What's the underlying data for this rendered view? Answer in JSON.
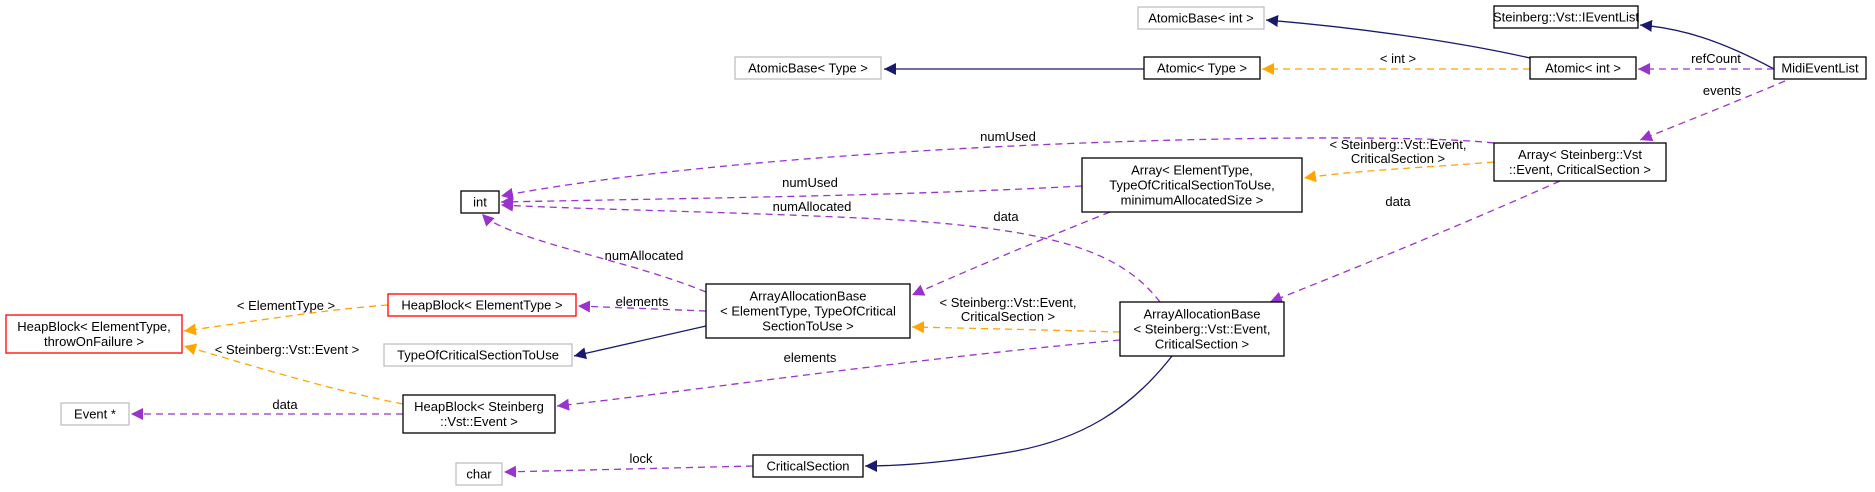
{
  "colors": {
    "inheritance": "#191970",
    "usage": "#9a32cd",
    "template": "#ffa500",
    "node_border": "#000000",
    "undocumented_border": "#bfbfbf",
    "truncated_border": "#ff0000",
    "focus_fill": "#bfbfbf"
  },
  "nodes": {
    "midi_event_list": [
      "MidiEventList"
    ],
    "ievent_list": [
      "Steinberg::Vst::IEventList"
    ],
    "atomic_base_int": [
      "AtomicBase< int >"
    ],
    "atomic_int": [
      "Atomic< int >"
    ],
    "atomic_type": [
      "Atomic< Type >"
    ],
    "atomic_base_type": [
      "AtomicBase< Type >"
    ],
    "array_event": [
      "Array< Steinberg::Vst",
      "::Event, CriticalSection >"
    ],
    "array_generic": [
      "Array< ElementType,",
      "TypeOfCriticalSectionToUse,",
      "minimumAllocatedSize >"
    ],
    "int": [
      "int"
    ],
    "aab_event": [
      "ArrayAllocationBase",
      "< Steinberg::Vst::Event,",
      "CriticalSection >"
    ],
    "aab_generic": [
      "ArrayAllocationBase",
      "< ElementType, TypeOfCritical",
      "SectionToUse >"
    ],
    "heapblock_elementtype": [
      "HeapBlock< ElementType >"
    ],
    "heapblock_generic": [
      "HeapBlock< ElementType,",
      "throwOnFailure >"
    ],
    "typeofcs": [
      "TypeOfCriticalSectionToUse"
    ],
    "heapblock_event": [
      "HeapBlock< Steinberg",
      "::Vst::Event >"
    ],
    "event_ptr": [
      "Event *"
    ],
    "char": [
      "char"
    ],
    "critical_section": [
      "CriticalSection"
    ]
  },
  "edge_labels": {
    "refcount": [
      "refCount"
    ],
    "lt_int": [
      "< int >"
    ],
    "events": [
      "events"
    ],
    "numused_top": [
      "numUsed"
    ],
    "lt_event_cs_top": [
      "< Steinberg::Vst::Event,",
      "CriticalSection >"
    ],
    "numused_mid": [
      "numUsed"
    ],
    "numallocated_mid": [
      "numAllocated"
    ],
    "data_mid": [
      "data"
    ],
    "data_right": [
      "data"
    ],
    "numallocated_left": [
      "numAllocated"
    ],
    "lt_elementtype": [
      "< ElementType >"
    ],
    "elements_top": [
      "elements"
    ],
    "lt_event_cs_mid": [
      "< Steinberg::Vst::Event,",
      "CriticalSection >"
    ],
    "lt_event_left": [
      "< Steinberg::Vst::Event >"
    ],
    "elements_mid": [
      "elements"
    ],
    "data_left": [
      "data"
    ],
    "lock": [
      "lock"
    ]
  }
}
